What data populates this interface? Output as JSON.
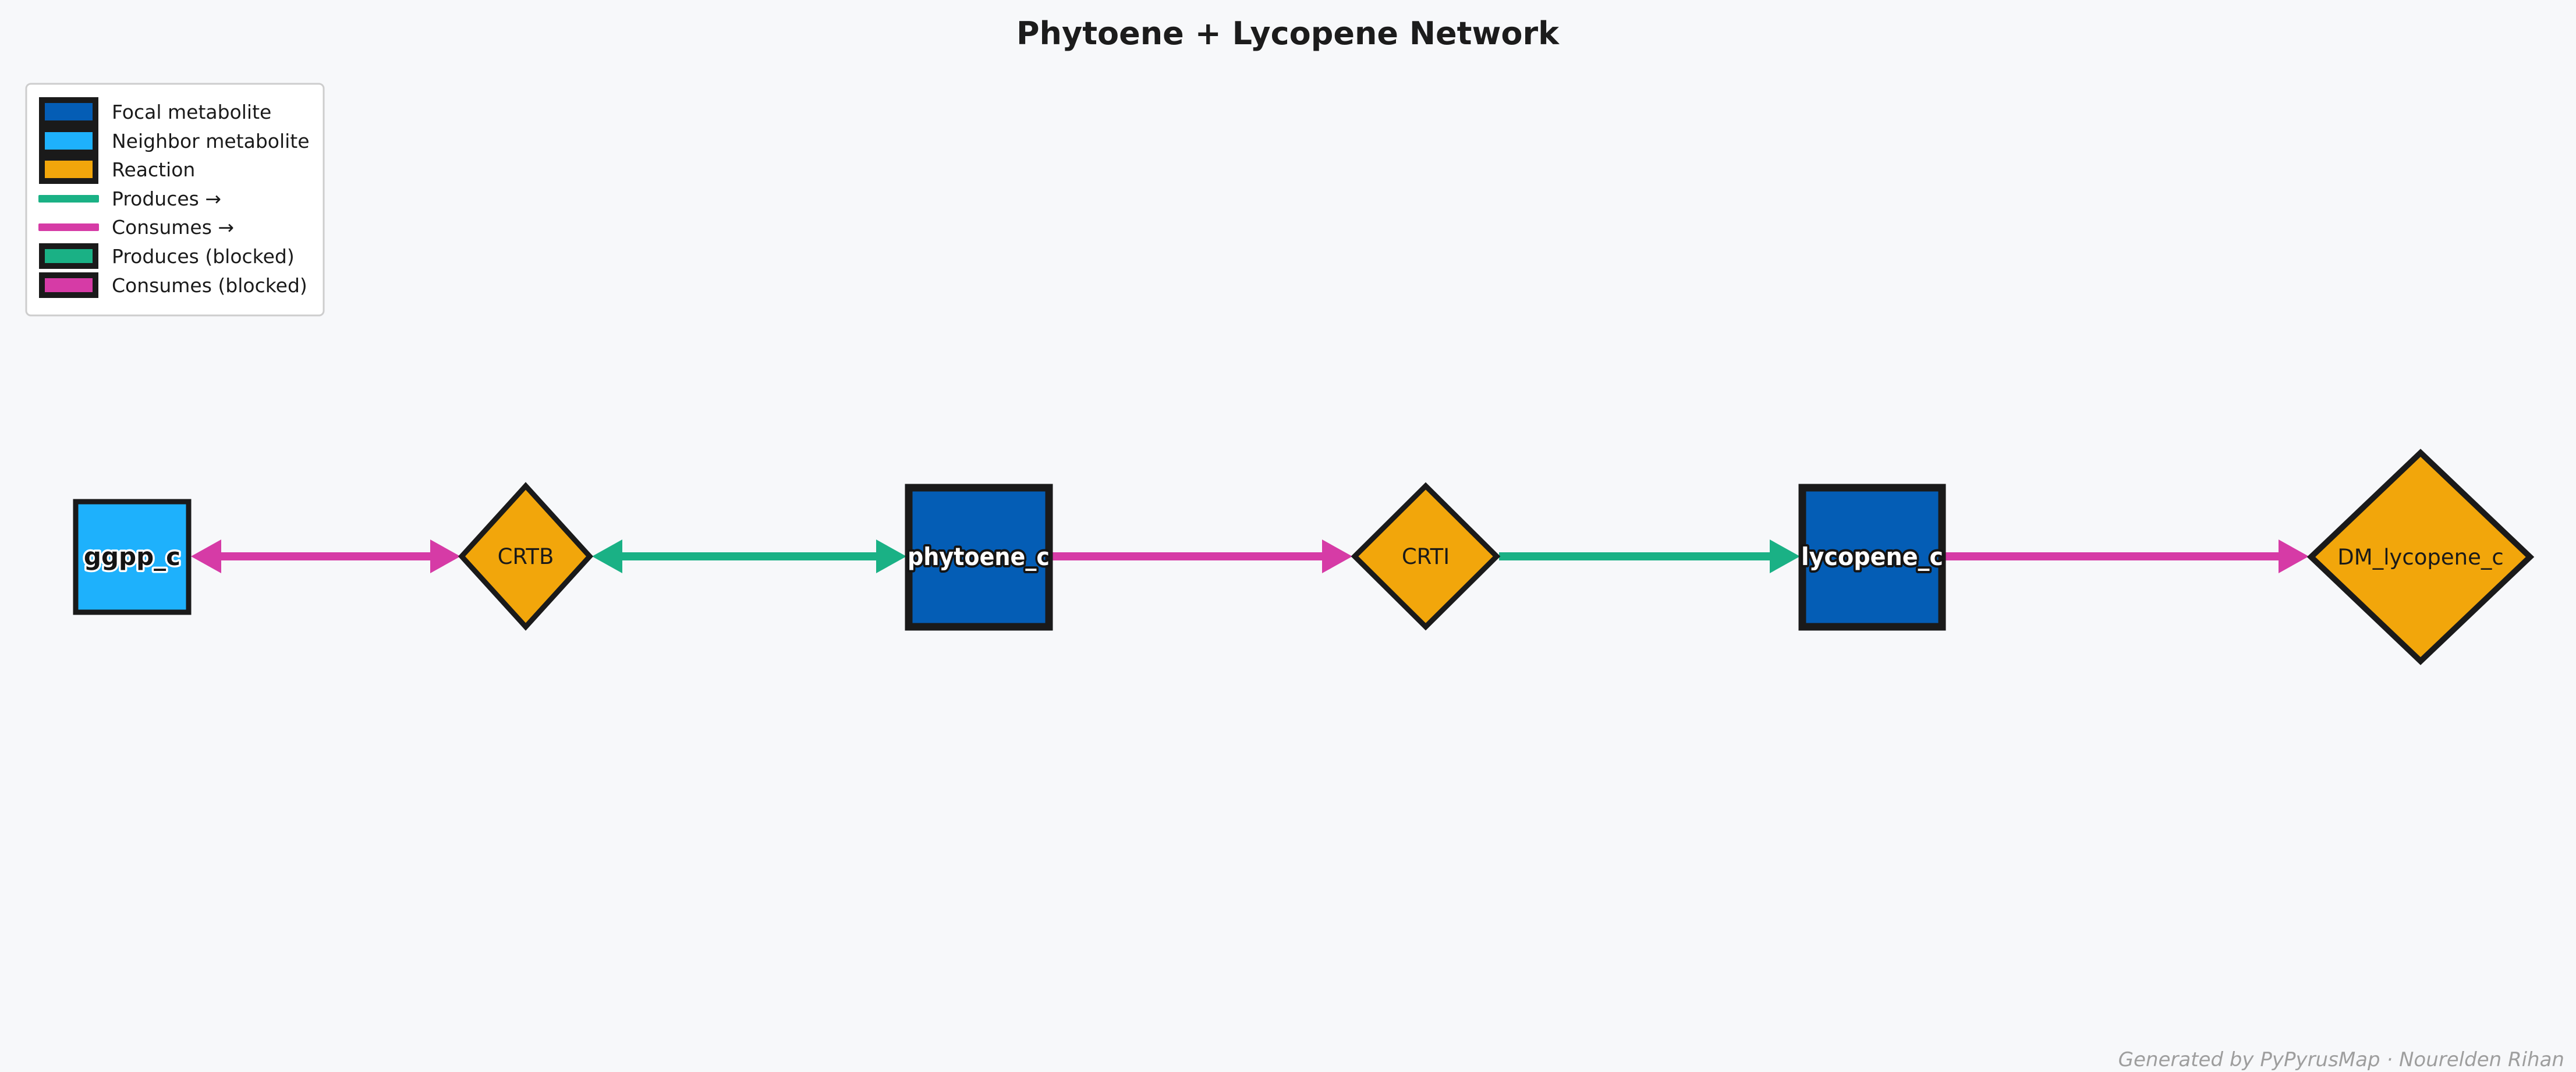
{
  "title": "Phytoene + Lycopene Network",
  "footer": "Generated by PyPyrusMap · Nourelden Rihan",
  "colors": {
    "background": "#f7f8fa",
    "focal": "#045db5",
    "neighbor": "#1eb1fc",
    "reaction": "#f2a60b",
    "produces": "#1ab185",
    "consumes": "#d63ba6",
    "node_border": "#1a1a1a",
    "legend_border": "#cdcdcd",
    "text": "#1a1a1a",
    "footer_text": "#9e9e9e"
  },
  "legend": {
    "items": [
      {
        "label": "Focal metabolite",
        "swatch": "focal-box"
      },
      {
        "label": "Neighbor metabolite",
        "swatch": "neighbor-box"
      },
      {
        "label": "Reaction",
        "swatch": "reaction-box"
      },
      {
        "label": "Produces →",
        "swatch": "produces-line"
      },
      {
        "label": "Consumes →",
        "swatch": "consumes-line"
      },
      {
        "label": "Produces (blocked)",
        "swatch": "produces-blocked"
      },
      {
        "label": "Consumes (blocked)",
        "swatch": "consumes-blocked"
      }
    ]
  },
  "nodes": [
    {
      "id": "ggpp_c",
      "type": "neighbor-metabolite",
      "shape": "square"
    },
    {
      "id": "CRTB",
      "type": "reaction",
      "shape": "diamond"
    },
    {
      "id": "phytoene_c",
      "type": "focal-metabolite",
      "shape": "square"
    },
    {
      "id": "CRTI",
      "type": "reaction",
      "shape": "diamond"
    },
    {
      "id": "lycopene_c",
      "type": "focal-metabolite",
      "shape": "square"
    },
    {
      "id": "DM_lycopene_c",
      "type": "reaction",
      "shape": "diamond"
    }
  ],
  "edges": [
    {
      "from": "CRTB",
      "to": "ggpp_c",
      "kind": "consumes",
      "bidirectional": true
    },
    {
      "from": "CRTB",
      "to": "phytoene_c",
      "kind": "produces",
      "bidirectional": true
    },
    {
      "from": "phytoene_c",
      "to": "CRTI",
      "kind": "consumes",
      "bidirectional": false
    },
    {
      "from": "CRTI",
      "to": "lycopene_c",
      "kind": "produces",
      "bidirectional": false
    },
    {
      "from": "lycopene_c",
      "to": "DM_lycopene_c",
      "kind": "consumes",
      "bidirectional": false
    }
  ]
}
